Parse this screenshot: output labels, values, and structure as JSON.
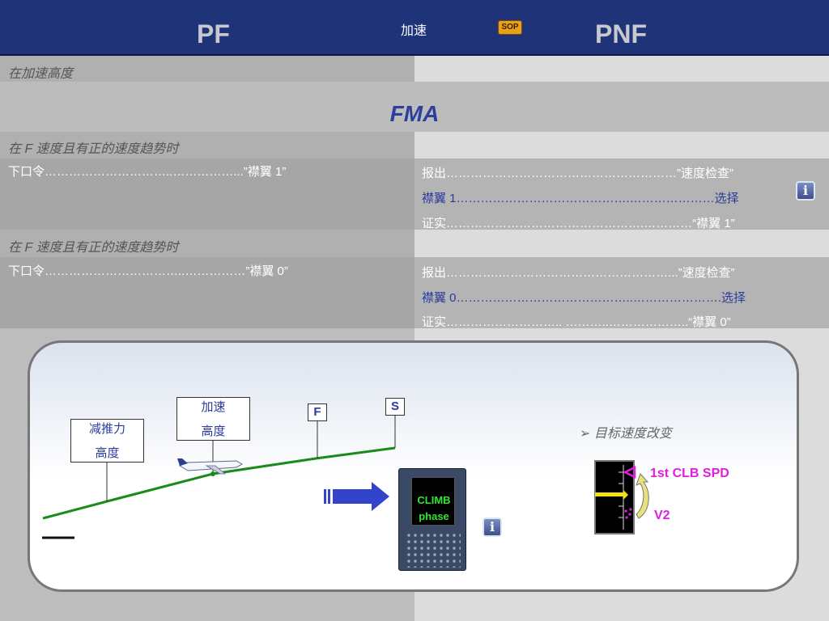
{
  "header": {
    "pf": "PF",
    "title": "加速",
    "sop": "SOP",
    "pnf": "PNF"
  },
  "sections": {
    "accel_alt": "在加速高度",
    "fma": "FMA",
    "f_speed_1": "在 F 速度且有正的速度趋势时",
    "f_speed_2": "在 F 速度且有正的速度趋势时"
  },
  "block1": {
    "pf_cmd": "下口令…………………………..……………...”襟翼 1”",
    "pnf": [
      "报出…………………………………………………”速度检查”",
      "襟翼 1…………………………………….…………………选择",
      "证实………………………………………….…………“襟翼 1”"
    ]
  },
  "block2": {
    "pf_cmd": "下口令……………………………..……………”襟翼 0”",
    "pnf": [
      "报出………….……………………………………...”速度检查”",
      "襟翼 0……………………………………..………………….选择",
      "证实……………………….. ………..………………..“襟翼 0”"
    ]
  },
  "diagram": {
    "thr_red_alt": [
      "减推力",
      "高度"
    ],
    "accel_alt": [
      "加速",
      "高度"
    ],
    "f_marker": "F",
    "s_marker": "S",
    "climb_phase": [
      "CLIMB",
      "phase"
    ],
    "target_speed": "➢ 目标速度改变",
    "first_clb_spd": "1st CLB SPD",
    "v2": "V2"
  },
  "colors": {
    "header": "#1f3478",
    "fma": "#2c3f9c",
    "magenta": "#e21ce2",
    "green": "#1a8a1a"
  },
  "icons": [
    "sop-icon",
    "info-icon",
    "arrow-right-icon",
    "airplane-icon",
    "mcdu-icon",
    "speed-tape-icon"
  ]
}
